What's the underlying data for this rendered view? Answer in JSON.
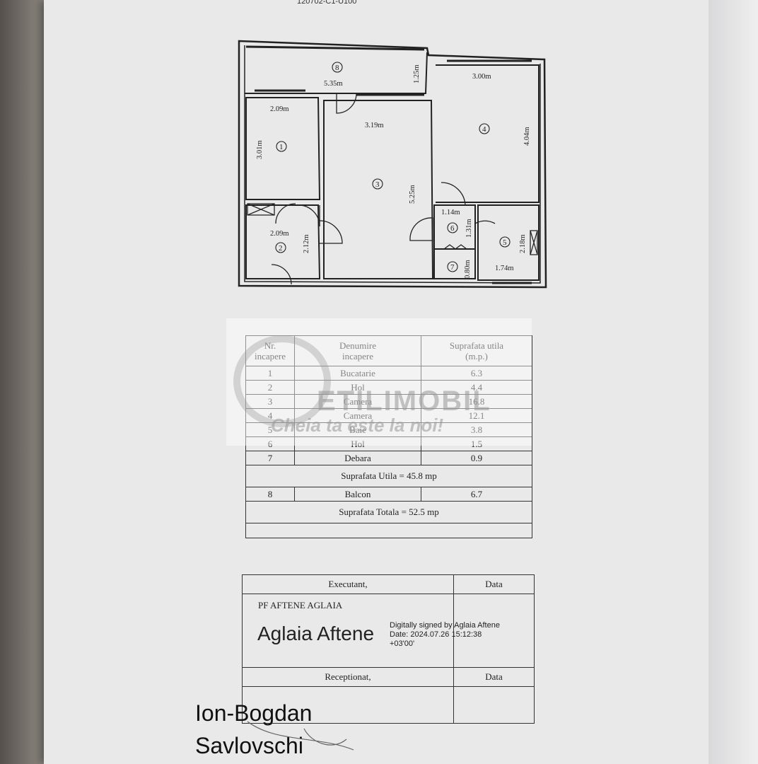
{
  "document": {
    "code": "120702-C1-U100"
  },
  "floor_plan": {
    "dimensions": {
      "balcony_len": "5.35m",
      "balcony_w": "1.25m",
      "room1_w": "2.09m",
      "room1_h": "3.01m",
      "hall_w": "2.09m",
      "hall_h": "2.12m",
      "room3_w": "3.19m",
      "room3_h": "5.25m",
      "room4_w": "3.00m",
      "room4_h": "4.04m",
      "hall6_w": "1.14m",
      "hall6_h": "1.31m",
      "bath_w": "1.74m",
      "bath_h": "2.18m",
      "storage_h": "0.80m"
    },
    "room_numbers": [
      "1",
      "2",
      "3",
      "4",
      "5",
      "6",
      "7",
      "8"
    ]
  },
  "table": {
    "header": {
      "nr": "Nr.\nincapere",
      "name": "Denumire\nincapere",
      "area": "Suprafata utila\n(m.p.)"
    },
    "rows": [
      {
        "nr": "1",
        "name": "Bucatarie",
        "area": "6.3"
      },
      {
        "nr": "2",
        "name": "Hol",
        "area": "4.4"
      },
      {
        "nr": "3",
        "name": "Camera",
        "area": "16.8"
      },
      {
        "nr": "4",
        "name": "Camera",
        "area": "12.1"
      },
      {
        "nr": "5",
        "name": "Baie",
        "area": "3.8"
      },
      {
        "nr": "6",
        "name": "Hol",
        "area": "1.5"
      },
      {
        "nr": "7",
        "name": "Debara",
        "area": "0.9"
      }
    ],
    "useful_total": "Suprafata Utila = 45.8 mp",
    "balcony": {
      "nr": "8",
      "name": "Balcon",
      "area": "6.7"
    },
    "grand_total": "Suprafata Totala = 52.5 mp"
  },
  "signature_block": {
    "executant_label": "Executant,",
    "date_label": "Data",
    "company": "PF  AFTENE AGLAIA",
    "signer_name": "Aglaia Aftene",
    "digital_sign": "Digitally signed by Aglaia Aftene\nDate: 2024.07.26 15:12:38\n+03'00'",
    "received_label": "Receptionat,",
    "date_label_2": "Data"
  },
  "watermark": {
    "brand": "ETILIMOBIL",
    "slogan": "Cheia ta este la noi!"
  },
  "handwriting": {
    "line1": "Ion-Bogdan",
    "line2": "Savlovschi"
  }
}
